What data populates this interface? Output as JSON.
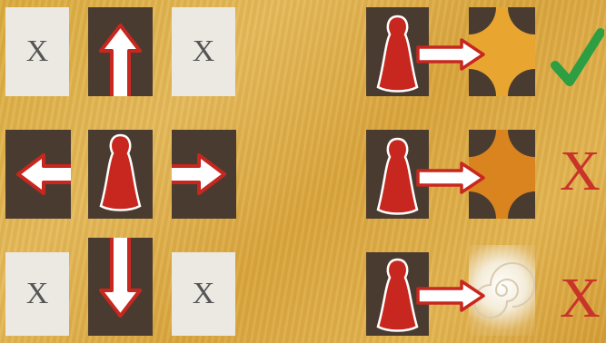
{
  "blocked_label": "X",
  "result_labels": {
    "fail_1": "X",
    "fail_2": "X"
  },
  "icons": [
    "pawn-icon",
    "arrow-icon",
    "check-icon",
    "swirl-icon"
  ],
  "colors": {
    "pawn": "#c8271f",
    "arrow_fill": "#ffffff",
    "arrow_outline": "#c8271f",
    "check": "#2e9e43",
    "fail": "#c8342a"
  }
}
